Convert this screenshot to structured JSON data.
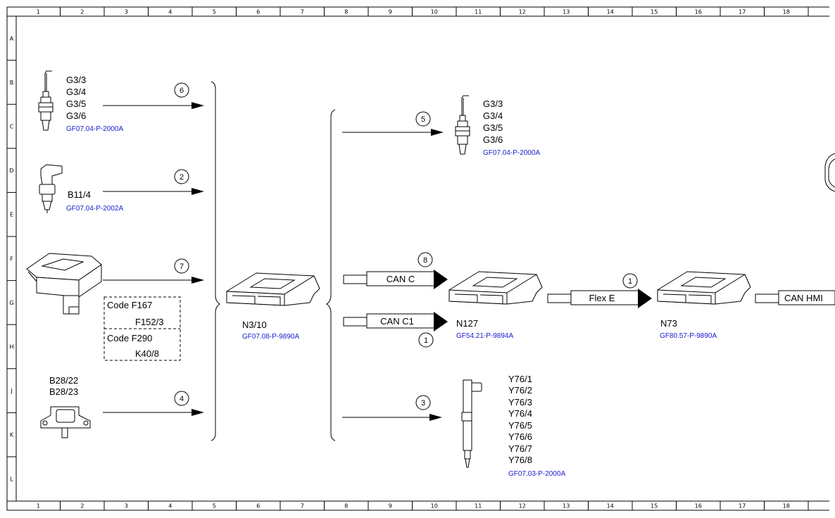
{
  "grid": {
    "columns": [
      "1",
      "2",
      "3",
      "4",
      "5",
      "6",
      "7",
      "8",
      "9",
      "10",
      "11",
      "12",
      "13",
      "14",
      "15",
      "16",
      "17",
      "18"
    ],
    "rows": [
      "A",
      "B",
      "C",
      "D",
      "E",
      "F",
      "G",
      "H",
      "J",
      "K",
      "L"
    ]
  },
  "inputs": [
    {
      "id": "o2-sensor-in",
      "labels": [
        "G3/3",
        "G3/4",
        "G3/5",
        "G3/6"
      ],
      "ref": "GF07.04-P-2000A",
      "signal": "6"
    },
    {
      "id": "temp-sensor",
      "labels": [
        "B11/4"
      ],
      "ref": "GF07.04-P-2002A",
      "signal": "2"
    },
    {
      "id": "module-f152",
      "labels": [],
      "ref": "",
      "signal": "7"
    },
    {
      "id": "pressure-sensor",
      "labels": [
        "B28/22",
        "B28/23"
      ],
      "ref": "",
      "signal": "4"
    }
  ],
  "codes": [
    {
      "code": "Code F167",
      "part": "F152/3"
    },
    {
      "code": "Code F290",
      "part": "K40/8"
    }
  ],
  "ecus": [
    {
      "id": "n3-10",
      "name": "N3/10",
      "ref": "GF07.08-P-9890A"
    },
    {
      "id": "n127",
      "name": "N127",
      "ref": "GF54.21-P-9894A"
    },
    {
      "id": "n73",
      "name": "N73",
      "ref": "GF80.57-P-9890A"
    }
  ],
  "outputs": [
    {
      "id": "o2-sensor-out",
      "labels": [
        "G3/3",
        "G3/4",
        "G3/5",
        "G3/6"
      ],
      "ref": "GF07.04-P-2000A",
      "signal": "5"
    },
    {
      "id": "injectors",
      "labels": [
        "Y76/1",
        "Y76/2",
        "Y76/3",
        "Y76/4",
        "Y76/5",
        "Y76/6",
        "Y76/7",
        "Y76/8"
      ],
      "ref": "GF07.03-P-2000A",
      "signal": "3"
    }
  ],
  "buses": [
    {
      "id": "can-c",
      "label": "CAN C",
      "signal": "8"
    },
    {
      "id": "can-c1",
      "label": "CAN C1",
      "signal": "1"
    },
    {
      "id": "flex-e",
      "label": "Flex E",
      "signal": "1"
    },
    {
      "id": "can-hmi",
      "label": "CAN HMI",
      "signal": ""
    }
  ]
}
